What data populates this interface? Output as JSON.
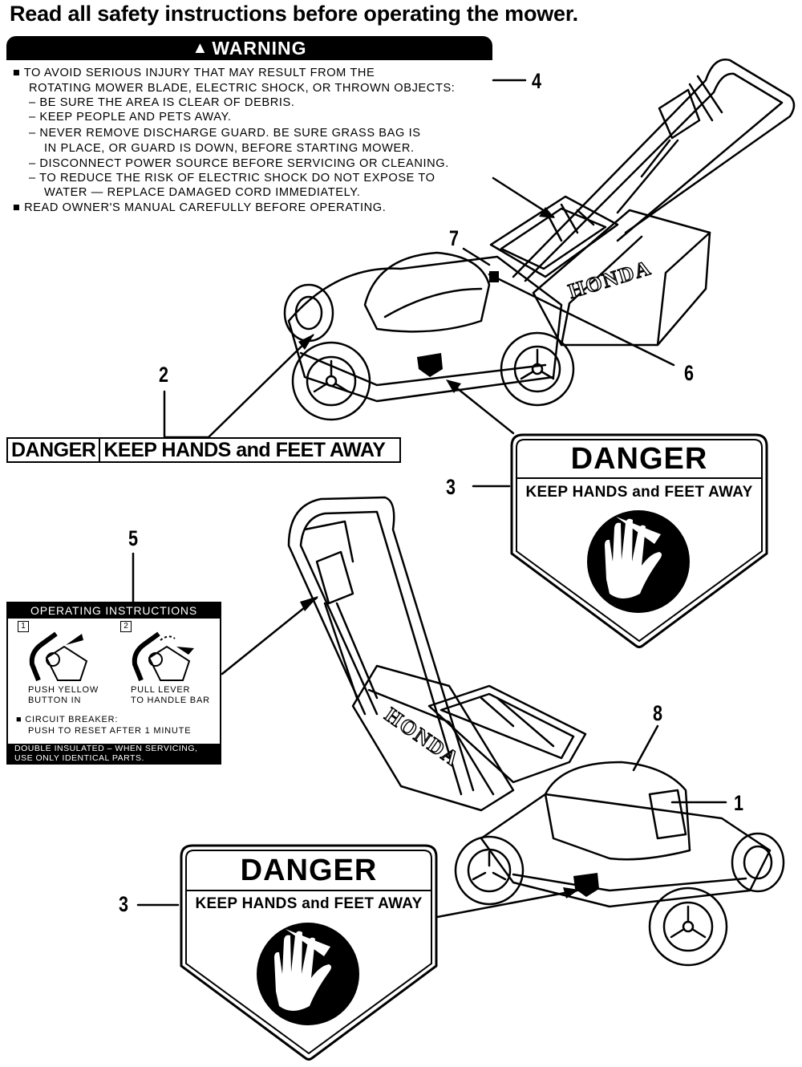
{
  "header": {
    "title": "Read all safety instructions before operating the mower."
  },
  "warning_label": {
    "heading": "WARNING",
    "lines": [
      "■ TO AVOID SERIOUS INJURY THAT MAY RESULT FROM THE",
      "ROTATING MOWER BLADE, ELECTRIC SHOCK, OR THROWN OBJECTS:",
      "– BE SURE THE AREA IS CLEAR OF DEBRIS.",
      "– KEEP PEOPLE AND PETS AWAY.",
      "– NEVER REMOVE DISCHARGE GUARD. BE SURE GRASS BAG IS",
      "IN PLACE, OR GUARD IS DOWN, BEFORE STARTING MOWER.",
      "– DISCONNECT POWER SOURCE BEFORE SERVICING OR CLEANING.",
      "– TO REDUCE THE RISK OF ELECTRIC SHOCK DO NOT EXPOSE TO",
      "WATER — REPLACE DAMAGED CORD IMMEDIATELY.",
      "■ READ OWNER'S MANUAL CAREFULLY BEFORE OPERATING."
    ]
  },
  "callouts": {
    "c1": "1",
    "c2": "2",
    "c3a": "3",
    "c3b": "3",
    "c4": "4",
    "c5": "5",
    "c6": "6",
    "c7": "7",
    "c8": "8"
  },
  "hazard_strip": {
    "left": "DANGER",
    "right": "KEEP HANDS and FEET AWAY"
  },
  "danger_sign": {
    "title": "DANGER",
    "subtitle": "KEEP HANDS and FEET AWAY"
  },
  "operating_instructions": {
    "heading": "OPERATING INSTRUCTIONS",
    "step1_num": "1",
    "step2_num": "2",
    "step1_line1": "PUSH YELLOW",
    "step1_line2": "BUTTON IN",
    "step2_line1": "PULL LEVER",
    "step2_line2": "TO HANDLE BAR",
    "breaker_line1": "■ CIRCUIT BREAKER:",
    "breaker_line2": "PUSH TO RESET AFTER 1 MINUTE",
    "footer_line1": "DOUBLE INSULATED – WHEN SERVICING,",
    "footer_line2": "USE ONLY IDENTICAL PARTS."
  },
  "mower": {
    "brand": "HONDA"
  }
}
